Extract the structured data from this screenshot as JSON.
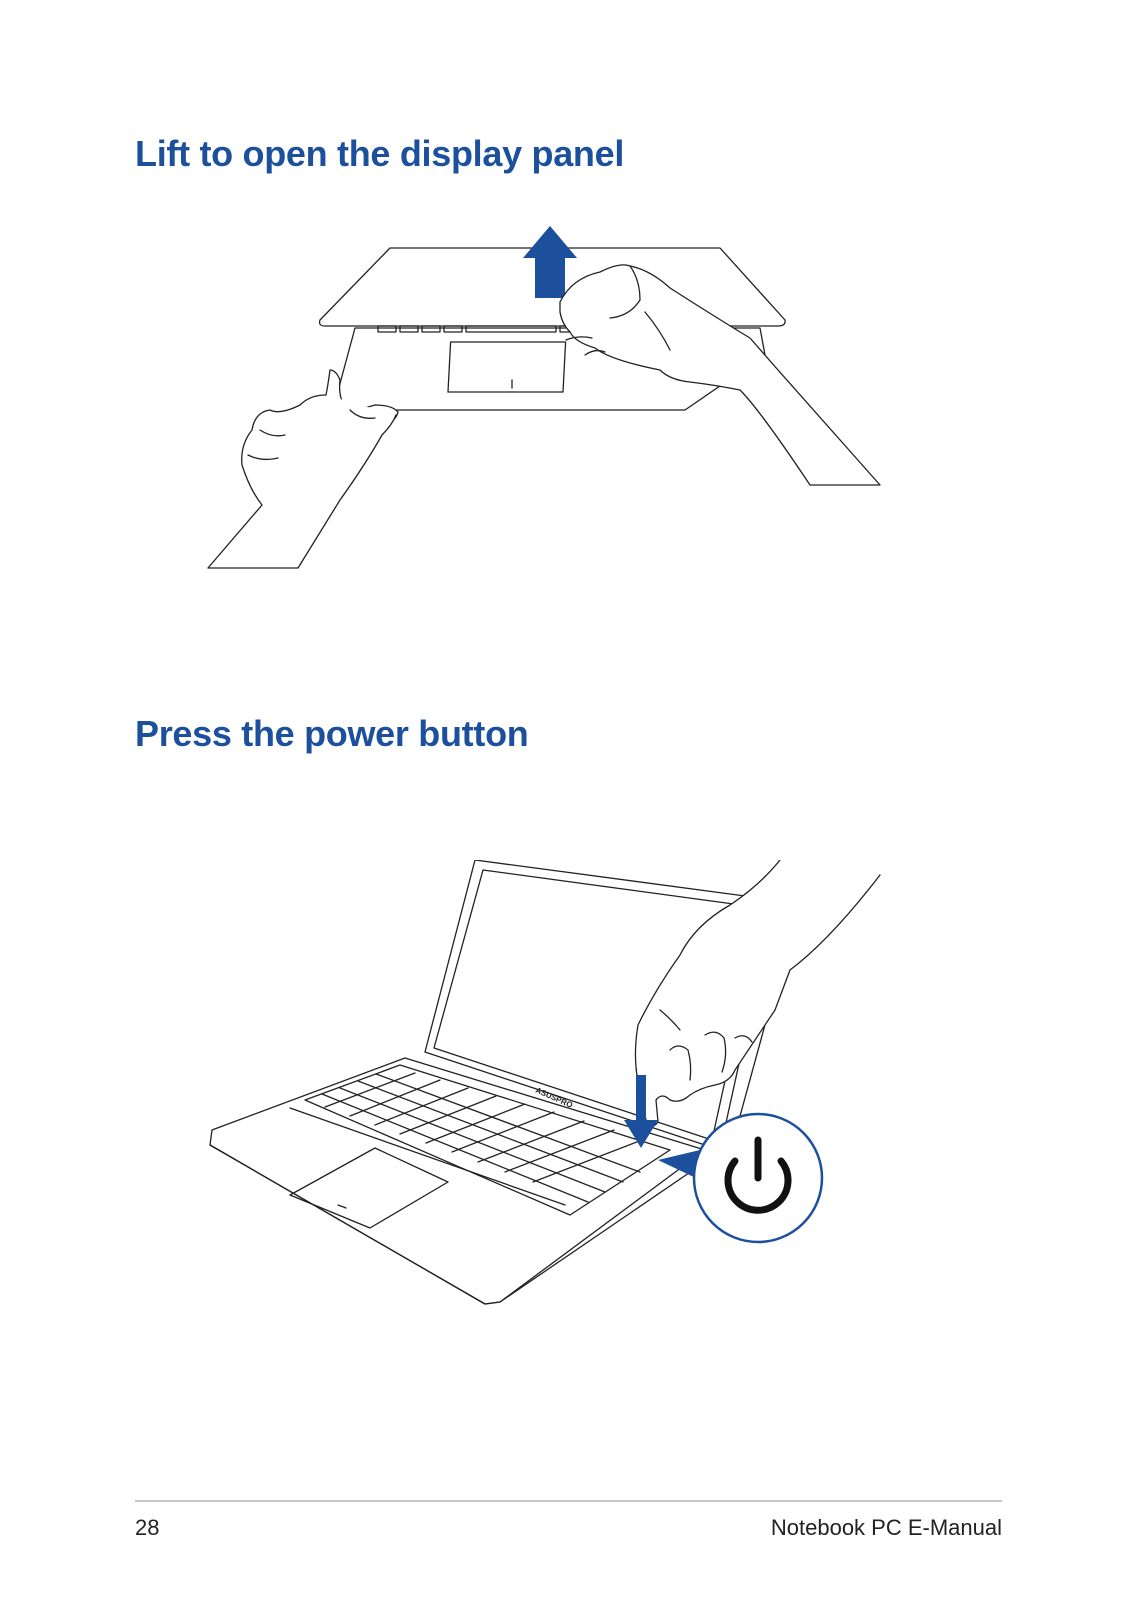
{
  "sections": [
    {
      "title": "Lift to open the display panel"
    },
    {
      "title": "Press the power button"
    }
  ],
  "illustrations": {
    "laptop_logo": "ASUSPRO",
    "icons": [
      "lift-arrow-icon",
      "press-arrow-icon",
      "power-icon"
    ]
  },
  "colors": {
    "accent": "#1c4f9c",
    "text": "#222222",
    "rule": "#c8c8c8"
  },
  "footer": {
    "page_number": "28",
    "manual_title": "Notebook PC E-Manual"
  }
}
